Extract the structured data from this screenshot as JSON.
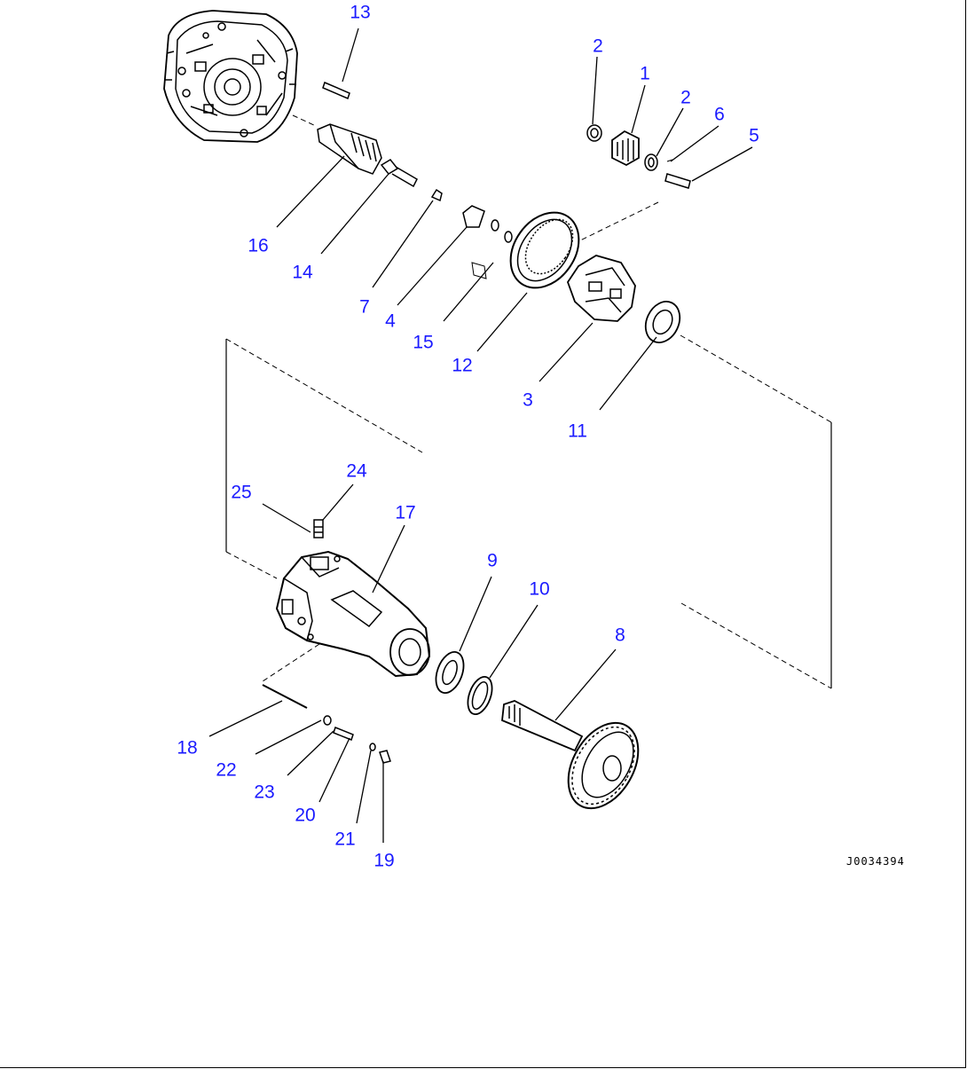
{
  "callouts": [
    {
      "id": "13",
      "label": "13"
    },
    {
      "id": "2a",
      "label": "2"
    },
    {
      "id": "1",
      "label": "1"
    },
    {
      "id": "2b",
      "label": "2"
    },
    {
      "id": "6",
      "label": "6"
    },
    {
      "id": "5",
      "label": "5"
    },
    {
      "id": "16",
      "label": "16"
    },
    {
      "id": "14",
      "label": "14"
    },
    {
      "id": "7",
      "label": "7"
    },
    {
      "id": "4",
      "label": "4"
    },
    {
      "id": "15",
      "label": "15"
    },
    {
      "id": "12",
      "label": "12"
    },
    {
      "id": "3",
      "label": "3"
    },
    {
      "id": "11",
      "label": "11"
    },
    {
      "id": "25",
      "label": "25"
    },
    {
      "id": "24",
      "label": "24"
    },
    {
      "id": "17",
      "label": "17"
    },
    {
      "id": "9",
      "label": "9"
    },
    {
      "id": "10",
      "label": "10"
    },
    {
      "id": "8",
      "label": "8"
    },
    {
      "id": "18",
      "label": "18"
    },
    {
      "id": "22",
      "label": "22"
    },
    {
      "id": "23",
      "label": "23"
    },
    {
      "id": "20",
      "label": "20"
    },
    {
      "id": "21",
      "label": "21"
    },
    {
      "id": "19",
      "label": "19"
    }
  ],
  "drawing_id": "J0034394",
  "colors": {
    "callout": "#1a1aff",
    "line": "#000000"
  }
}
